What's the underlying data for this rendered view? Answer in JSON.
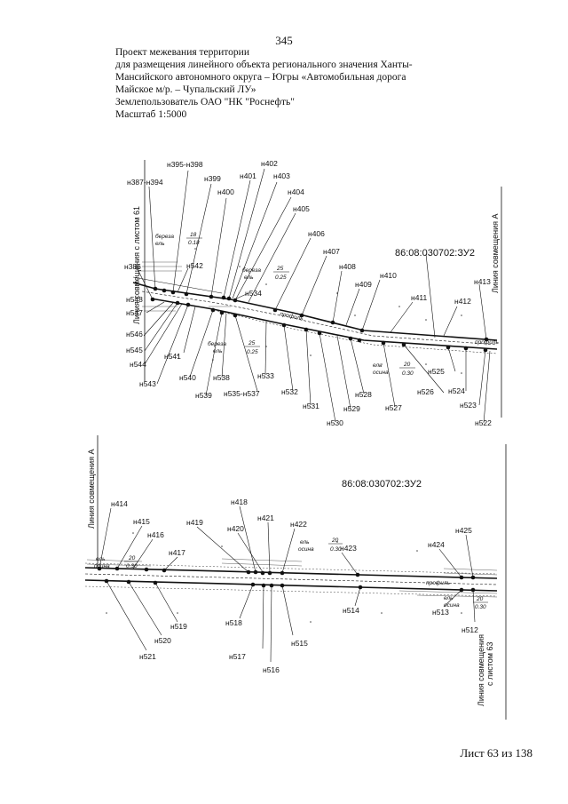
{
  "page_number": "345",
  "header": {
    "line1": "Проект межевания территории",
    "line2": "для размещения линейного объекта регионального значения Ханты-",
    "line3": "Мансийского автономного округа – Югры  «Автомобильная дорога",
    "line4": "Майское м/р. – Чупальский ЛУ»",
    "line5": "Землепользователь ОАО \"НК \"Роснефть\"",
    "line6": "Масштаб 1:5000"
  },
  "map_top": {
    "side_label_left": "Линия совмещения с листом 61",
    "side_label_right": "Линия совмещения А",
    "cadastral": "86:08:030702:ЗУ2",
    "road_label": "профиль",
    "forest_labels": [
      "береза",
      "ель",
      "береза",
      "ель",
      "береза",
      "ель",
      "ель",
      "осина"
    ],
    "forest_nums": [
      "18",
      "0.18",
      "25",
      "0.25",
      "25",
      "0.25",
      "20",
      "0.30"
    ],
    "points_upper": [
      "н387-н394",
      "н395-н398",
      "н399",
      "н400",
      "н401",
      "н402",
      "н403",
      "н404",
      "н405",
      "н406",
      "н407",
      "н408",
      "н409",
      "н410",
      "н411",
      "н412",
      "н413"
    ],
    "points_lower": [
      "н386",
      "н548",
      "н547",
      "н546",
      "н545",
      "н544",
      "н543",
      "н542",
      "н541",
      "н540",
      "н539",
      "н538",
      "н535-н537",
      "н534",
      "н533",
      "н532",
      "н531",
      "н530",
      "н529",
      "н528",
      "н527",
      "н526",
      "н525",
      "н524",
      "н523",
      "н522"
    ]
  },
  "map_bottom": {
    "side_label_left": "Линия совмещения А",
    "side_label_right1": "Линия совмещения",
    "side_label_right2": "с листом 63",
    "cadastral": "86:08:030702:ЗУ2",
    "road_label": "профиль",
    "forest_labels": [
      "ель",
      "осина",
      "ель",
      "осина",
      "ель",
      "осина"
    ],
    "forest_nums": [
      "20",
      "0.30",
      "20",
      "0.30",
      "20",
      "0.30"
    ],
    "points": [
      "н414",
      "н415",
      "н416",
      "н417",
      "н418",
      "н419",
      "н420",
      "н421",
      "н422",
      "н423",
      "н424",
      "н425",
      "н512",
      "н513",
      "н514",
      "н515",
      "н516",
      "н517",
      "н518",
      "н519",
      "н520",
      "н521"
    ]
  },
  "footer": "Лист 63 из 138"
}
